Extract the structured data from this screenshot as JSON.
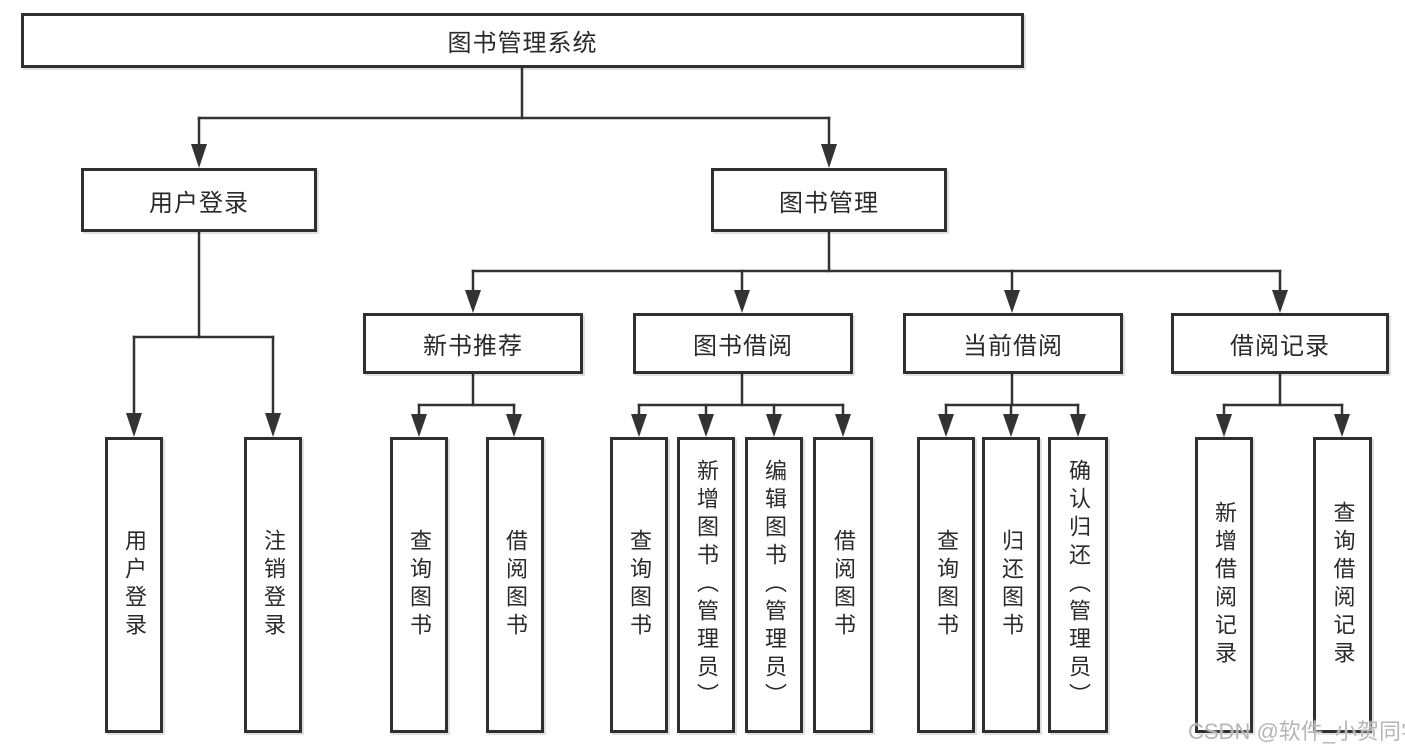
{
  "diagram": {
    "title": "图书管理系统",
    "colors": {
      "line": "#333333",
      "box_border": "#2f2f2f",
      "text": "#2a2a2a",
      "background": "#ffffff",
      "watermark": "#b6b6b6"
    },
    "tree": {
      "label": "图书管理系统",
      "children": [
        {
          "label": "用户登录",
          "children": [
            {
              "label": "用户登录"
            },
            {
              "label": "注销登录"
            }
          ]
        },
        {
          "label": "图书管理",
          "children": [
            {
              "label": "新书推荐",
              "children": [
                {
                  "label": "查询图书"
                },
                {
                  "label": "借阅图书"
                }
              ]
            },
            {
              "label": "图书借阅",
              "children": [
                {
                  "label": "查询图书"
                },
                {
                  "label": "新增图书（管理员）"
                },
                {
                  "label": "编辑图书（管理员）"
                },
                {
                  "label": "借阅图书"
                }
              ]
            },
            {
              "label": "当前借阅",
              "children": [
                {
                  "label": "查询图书"
                },
                {
                  "label": "归还图书"
                },
                {
                  "label": "确认归还（管理员）"
                }
              ]
            },
            {
              "label": "借阅记录",
              "children": [
                {
                  "label": "新增借阅记录"
                },
                {
                  "label": "查询借阅记录"
                }
              ]
            }
          ]
        }
      ]
    }
  },
  "watermark": {
    "text": "CSDN @软件_小贺同学"
  }
}
